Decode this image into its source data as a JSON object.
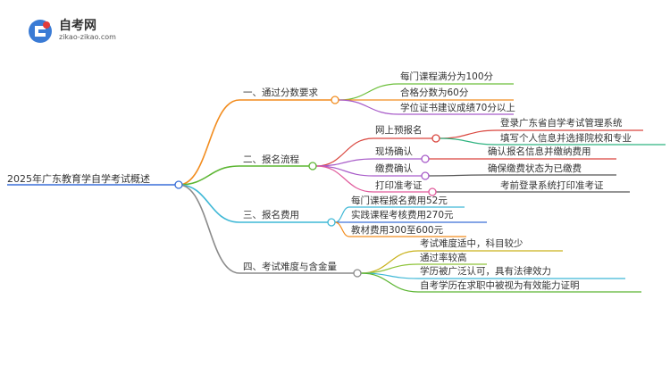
{
  "logo": {
    "title": "自考网",
    "subtitle": "zikao-zikao.com"
  },
  "mindmap": {
    "root": "2025年广东教育学自学考试概述",
    "branches": [
      {
        "label": "一、通过分数要求",
        "color": "#f28c1e",
        "leaves": [
          {
            "text": "每门课程满分为100分",
            "color": "#6cbf3a"
          },
          {
            "text": "合格分数为60分",
            "color": "#f28c1e"
          },
          {
            "text": "学位证书建议成绩70分以上",
            "color": "#a85cc9"
          }
        ]
      },
      {
        "label": "二、报名流程",
        "color": "#5bb531",
        "leaves": [
          {
            "text": "网上预报名",
            "color": "#d9453d",
            "children": [
              {
                "text": "登录广东省自学考试管理系统",
                "color": "#d9453d"
              },
              {
                "text": "填写个人信息并选择院校和专业",
                "color": "#2fb380"
              }
            ]
          },
          {
            "text": "现场确认",
            "color": "#a85cc9",
            "children": [
              {
                "text": "确认报名信息并缴纳费用",
                "color": "#d9453d"
              }
            ]
          },
          {
            "text": "缴费确认",
            "color": "#a85cc9",
            "children": [
              {
                "text": "确保缴费状态为已缴费",
                "color": "#555555"
              }
            ]
          },
          {
            "text": "打印准考证",
            "color": "#e05a9b",
            "children": [
              {
                "text": "考前登录系统打印准考证",
                "color": "#555555"
              }
            ]
          }
        ]
      },
      {
        "label": "三、报名费用",
        "color": "#3fb8d6",
        "leaves": [
          {
            "text": "每门课程报名费用52元",
            "color": "#3fb8d6"
          },
          {
            "text": "实践课程考核费用270元",
            "color": "#3a6fd8"
          },
          {
            "text": "教材费用300至600元",
            "color": "#f28c1e"
          }
        ]
      },
      {
        "label": "四、考试难度与含金量",
        "color": "#8a8a8a",
        "leaves": [
          {
            "text": "考试难度适中，科目较少",
            "color": "#c9b21c"
          },
          {
            "text": "通过率较高",
            "color": "#8fc43a"
          },
          {
            "text": "学历被广泛认可，具有法律效力",
            "color": "#3fb8d6"
          },
          {
            "text": "自考学历在求职中被视为有效能力证明",
            "color": "#5bb531"
          }
        ]
      }
    ]
  }
}
